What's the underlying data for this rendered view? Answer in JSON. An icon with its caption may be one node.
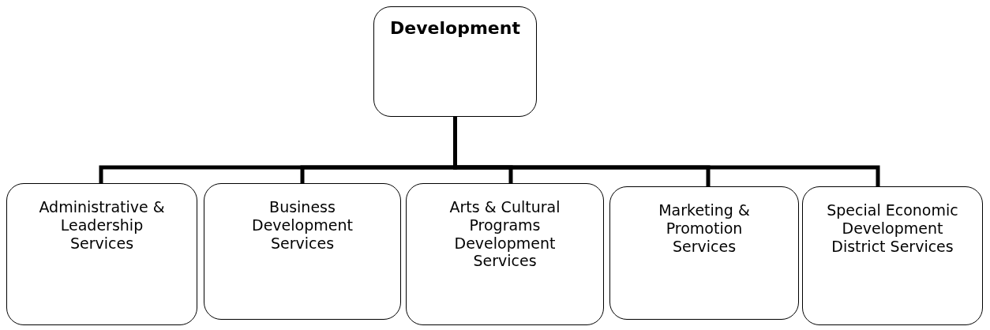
{
  "diagram": {
    "nodes": [
      {
        "text": [
          "Development"
        ]
      },
      {
        "text": [
          "Administrative & Leadership Services"
        ]
      },
      {
        "text": [
          "Business Development Services"
        ]
      },
      {
        "text": [
          "Arts & Cultural Programs Development Services"
        ]
      },
      {
        "text": [
          "Marketing & Promotion Services"
        ]
      },
      {
        "text": [
          "Special Economic Development District Services"
        ]
      }
    ],
    "edges": [
      {
        "from": 0,
        "to": 1,
        "arrow": "none"
      },
      {
        "from": 0,
        "to": 2,
        "arrow": "none"
      },
      {
        "from": 0,
        "to": 3,
        "arrow": "none"
      },
      {
        "from": 0,
        "to": 4,
        "arrow": "none"
      },
      {
        "from": 0,
        "to": 5,
        "arrow": "none"
      }
    ]
  }
}
